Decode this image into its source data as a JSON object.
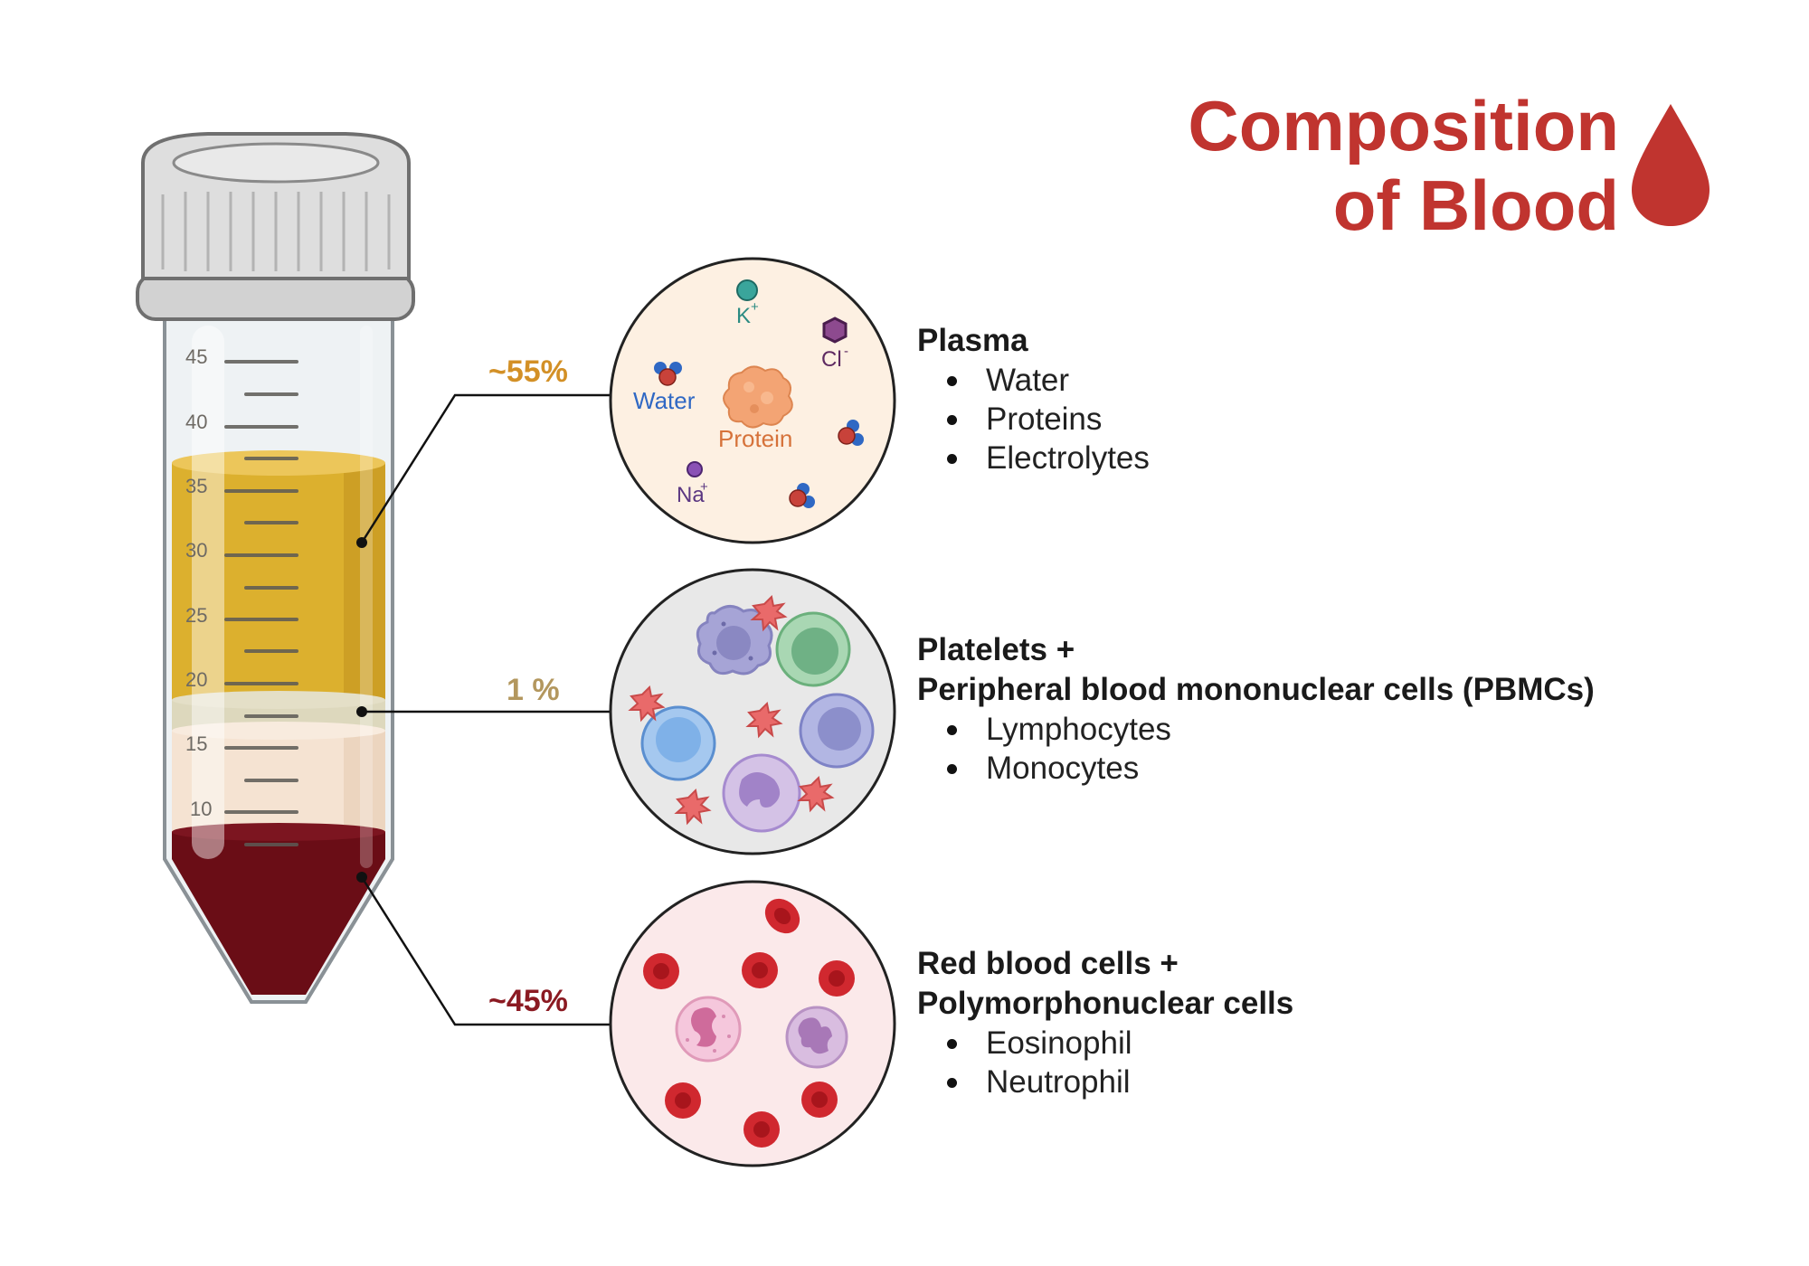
{
  "title": {
    "line1": "Composition",
    "line2": "of Blood",
    "color": "#c0342f"
  },
  "tube": {
    "scale_labels": [
      "45",
      "40",
      "35",
      "30",
      "25",
      "20",
      "15",
      "10"
    ],
    "colors": {
      "plasma": "#dcb02e",
      "buffy_coat": "#ddd8bd",
      "layer_light": "#f5e3d2",
      "rbc": "#6a0d16",
      "cap": "#dcdcdc"
    }
  },
  "layers": [
    {
      "id": "plasma",
      "percent": "~55%",
      "percent_color": "#d39026",
      "heading_lines": [
        "Plasma"
      ],
      "items": [
        "Water",
        "Proteins",
        "Electrolytes"
      ],
      "circle_labels": {
        "water": "Water",
        "protein": "Protein",
        "k": "K",
        "k_sup": "+",
        "cl": "Cl",
        "cl_sup": "-",
        "na": "Na",
        "na_sup": "+"
      }
    },
    {
      "id": "pbmc",
      "percent": "1 %",
      "percent_color": "#b3975e",
      "heading_lines": [
        "Platelets +",
        "Peripheral blood mononuclear cells (PBMCs)"
      ],
      "items": [
        "Lymphocytes",
        "Monocytes"
      ]
    },
    {
      "id": "rbc",
      "percent": "~45%",
      "percent_color": "#8b1a22",
      "heading_lines": [
        "Red blood cells +",
        "Polymorphonuclear cells"
      ],
      "items": [
        "Eosinophil",
        "Neutrophil"
      ]
    }
  ]
}
